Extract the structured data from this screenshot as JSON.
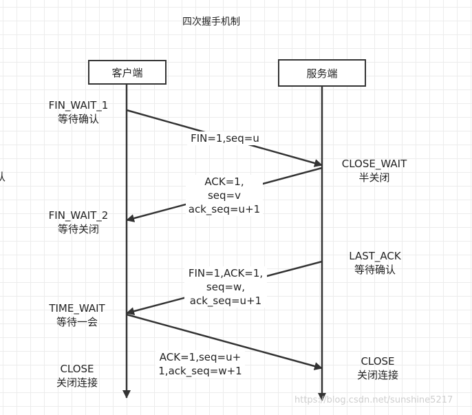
{
  "title": "四次握手机制",
  "participants": {
    "client": "客户端",
    "server": "服务端"
  },
  "client_states": [
    {
      "state": "FIN_WAIT_1",
      "desc": "等待确认"
    },
    {
      "state": "FIN_WAIT_2",
      "desc": "等待关闭"
    },
    {
      "state": "TIME_WAIT",
      "desc": "等待一会"
    },
    {
      "state": "CLOSE",
      "desc": "关闭连接"
    }
  ],
  "server_states": [
    {
      "state": "CLOSE_WAIT",
      "desc": "半关闭"
    },
    {
      "state": "LAST_ACK",
      "desc": "等待确认"
    },
    {
      "state": "CLOSE",
      "desc": "关闭连接"
    }
  ],
  "messages": [
    {
      "lines": [
        "FIN=1,seq=u"
      ]
    },
    {
      "lines": [
        "ACK=1,",
        "seq=v",
        "ack_seq=u+1"
      ]
    },
    {
      "lines": [
        "FIN=1,ACK=1,",
        "seq=w,",
        "ack_seq=u+1"
      ]
    },
    {
      "lines": [
        "ACK=1,seq=u+",
        "1,ack_seq=w+1"
      ]
    }
  ],
  "edge_fragment": "认",
  "watermark": "https://blog.csdn.net/sunshine5217"
}
